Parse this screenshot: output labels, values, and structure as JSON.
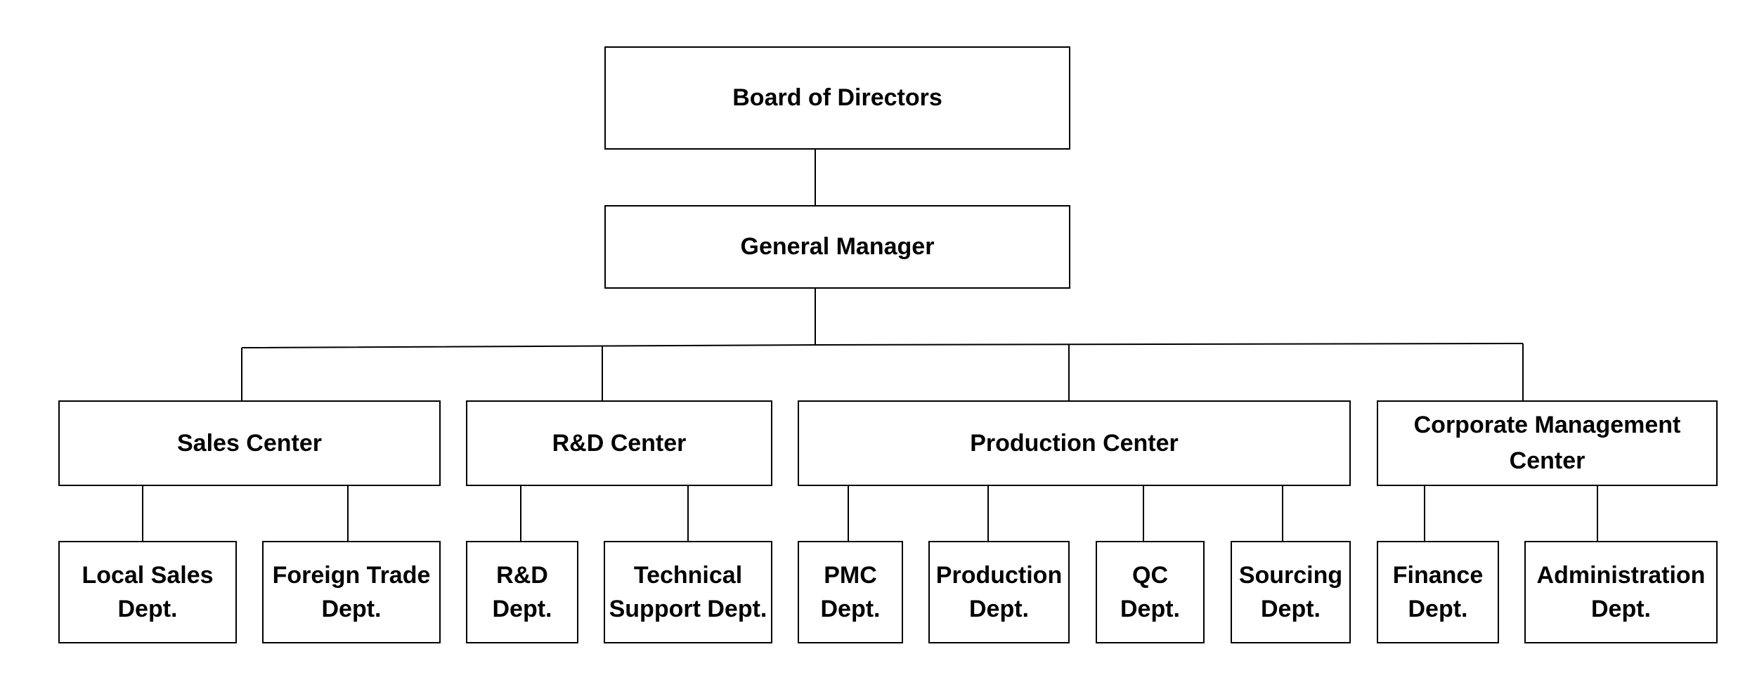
{
  "org_chart": {
    "board": "Board of Directors",
    "general_manager": "General Manager",
    "centers": {
      "sales": "Sales Center",
      "rd": "R&D Center",
      "production": "Production Center",
      "corporate": "Corporate Management\nCenter"
    },
    "departments": {
      "local_sales": "Local Sales\nDept.",
      "foreign_trade": "Foreign Trade\nDept.",
      "rd_dept": "R&D\nDept.",
      "technical_support": "Technical\nSupport Dept.",
      "pmc": "PMC\nDept.",
      "production_dept": "Production\nDept.",
      "qc": "QC\nDept.",
      "sourcing": "Sourcing\nDept.",
      "finance": "Finance\nDept.",
      "administration": "Administration\nDept."
    }
  }
}
